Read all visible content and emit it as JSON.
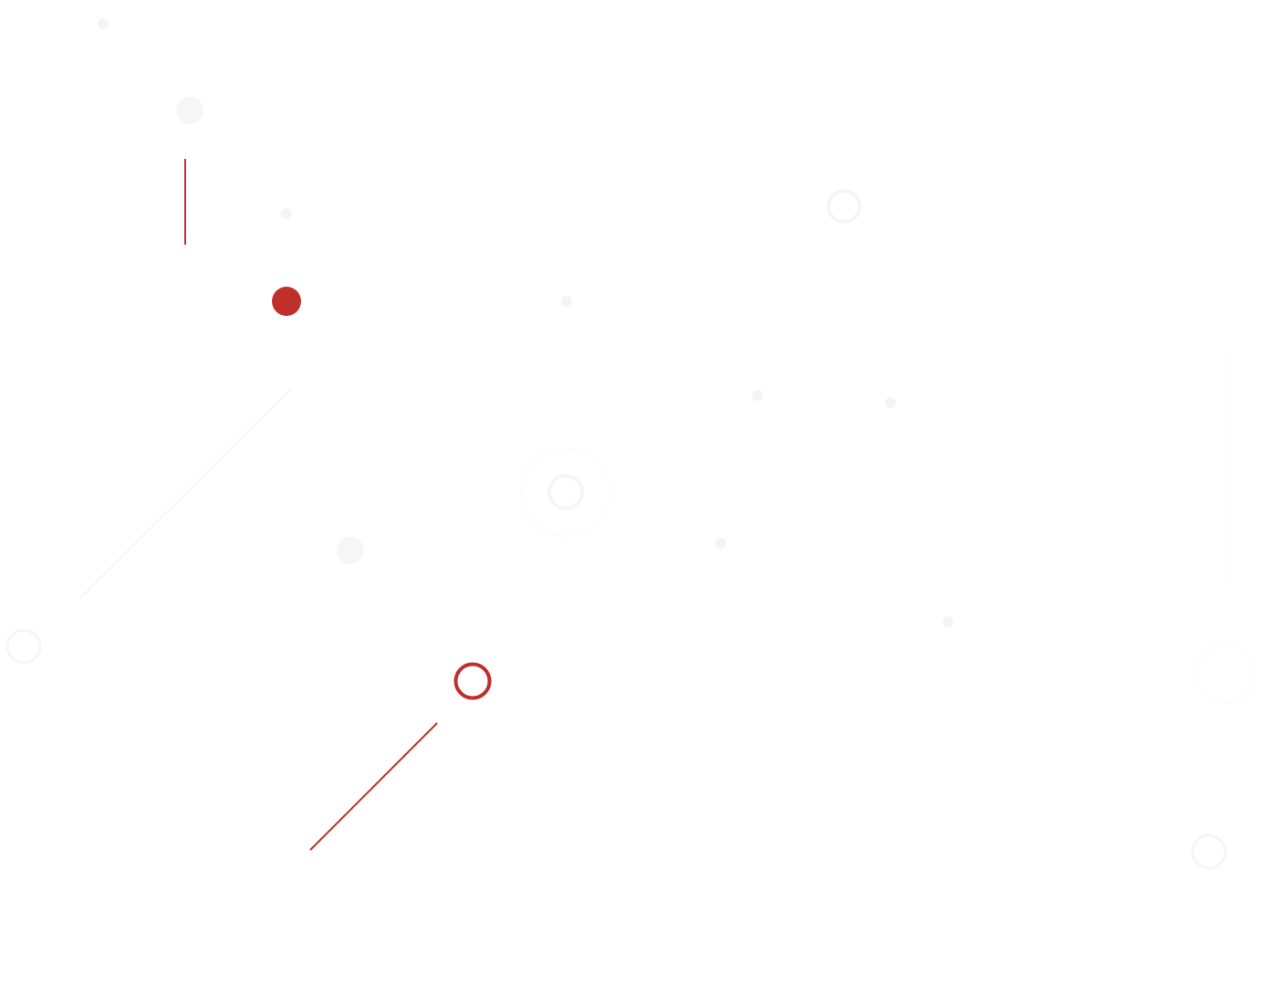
{
  "colors": {
    "background": "#ffffff",
    "accent": "#c0302a",
    "faint": "#f3f3f3"
  },
  "decor": {
    "red_shapes": [
      "vertical-line",
      "filled-dot",
      "ring",
      "diagonal-line"
    ],
    "faint_shapes": [
      "dots",
      "rings",
      "diagonal-line",
      "vertical-line"
    ]
  }
}
